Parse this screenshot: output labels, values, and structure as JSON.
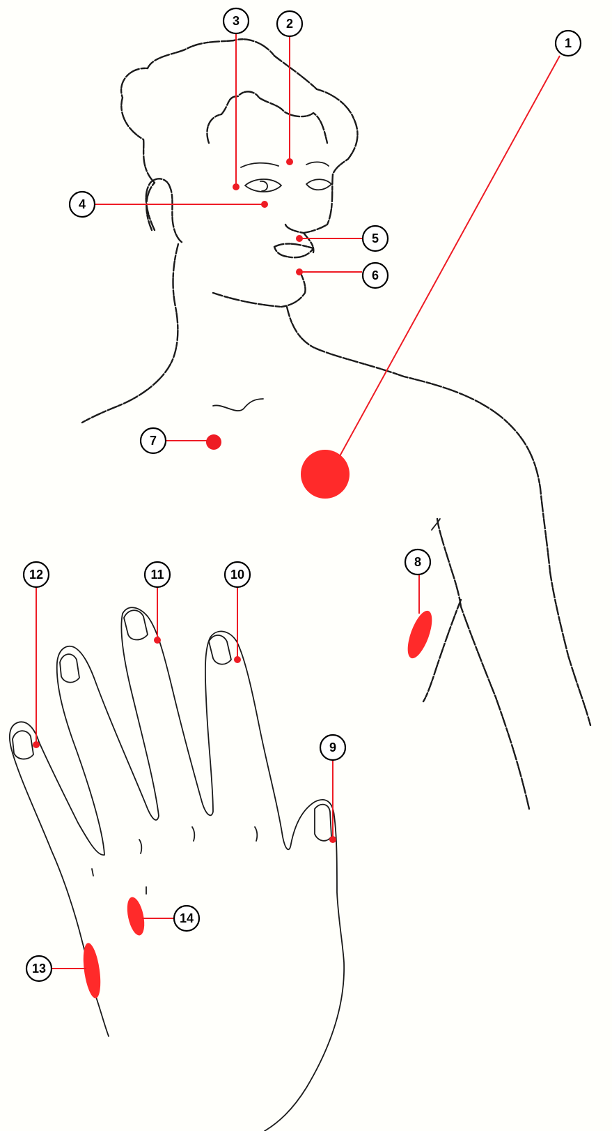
{
  "colors": {
    "marker": "#ee1c24",
    "spot": "#ff2a2a",
    "ink": "#1a1a1a",
    "paper": "#fffffb"
  },
  "markers": [
    {
      "id": 1,
      "label": "1",
      "region": "chest",
      "shape": "large-dot"
    },
    {
      "id": 2,
      "label": "2",
      "region": "forehead",
      "shape": "dot"
    },
    {
      "id": 3,
      "label": "3",
      "region": "temple",
      "shape": "dot"
    },
    {
      "id": 4,
      "label": "4",
      "region": "cheek",
      "shape": "dot"
    },
    {
      "id": 5,
      "label": "5",
      "region": "upper-lip",
      "shape": "dot"
    },
    {
      "id": 6,
      "label": "6",
      "region": "chin",
      "shape": "dot"
    },
    {
      "id": 7,
      "label": "7",
      "region": "sternum",
      "shape": "dot"
    },
    {
      "id": 8,
      "label": "8",
      "region": "upper-arm",
      "shape": "oval"
    },
    {
      "id": 9,
      "label": "9",
      "region": "thumb",
      "shape": "dot"
    },
    {
      "id": 10,
      "label": "10",
      "region": "index-finger",
      "shape": "dot"
    },
    {
      "id": 11,
      "label": "11",
      "region": "middle-finger",
      "shape": "dot"
    },
    {
      "id": 12,
      "label": "12",
      "region": "little-finger",
      "shape": "dot"
    },
    {
      "id": 13,
      "label": "13",
      "region": "wrist",
      "shape": "oval"
    },
    {
      "id": 14,
      "label": "14",
      "region": "back-of-hand",
      "shape": "oval"
    }
  ]
}
